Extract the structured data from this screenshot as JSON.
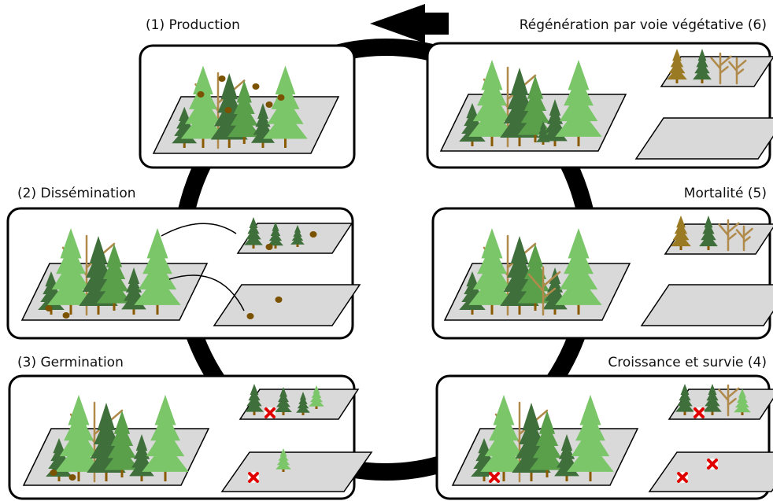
{
  "colors": {
    "trunk": "#8a5a00",
    "dead_tree": "#b08a4a",
    "seed": "#7a5200",
    "ground": "#d9d9d9",
    "tree_dark": "#3f6f3a",
    "tree_mid": "#5aa04a",
    "tree_light": "#7cc66a",
    "dead_conifer": "#9a7a22",
    "cross": "#e00000",
    "arrow": "#000000"
  },
  "stages": [
    {
      "label": "(1) Production"
    },
    {
      "label": "(2) Dissémination"
    },
    {
      "label": "(3) Germination"
    },
    {
      "label": "Croissance et survie (4)"
    },
    {
      "label": "Mortalité (5)"
    },
    {
      "label": "Régénération par voie végétative (6)"
    }
  ]
}
